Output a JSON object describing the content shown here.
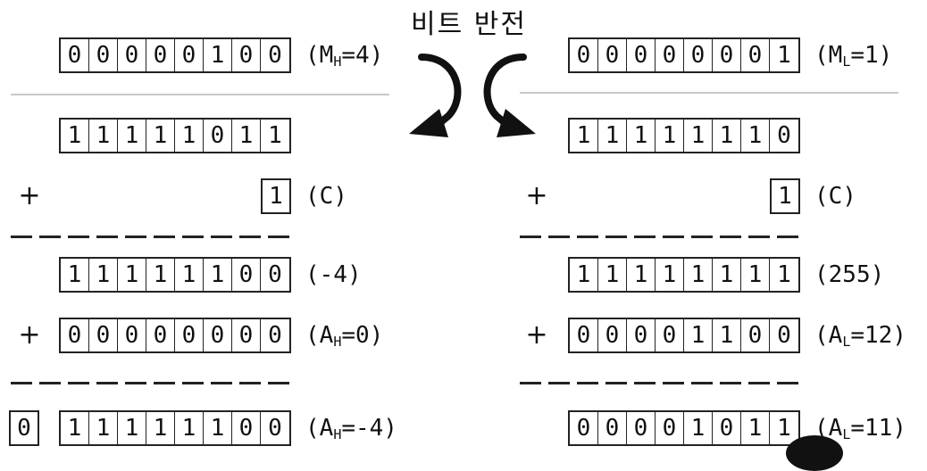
{
  "title": "비트 반전",
  "left": {
    "m": {
      "bits": [
        "0",
        "0",
        "0",
        "0",
        "0",
        "1",
        "0",
        "0"
      ],
      "label_pre": "(M",
      "label_sub": "H",
      "label_post": "=4)"
    },
    "inverted": {
      "bits": [
        "1",
        "1",
        "1",
        "1",
        "1",
        "0",
        "1",
        "1"
      ]
    },
    "plus1": "+",
    "carry": {
      "bit": "1",
      "label": "(C)"
    },
    "neg": {
      "bits": [
        "1",
        "1",
        "1",
        "1",
        "1",
        "1",
        "0",
        "0"
      ],
      "label": "(-4)"
    },
    "plus2": "+",
    "a": {
      "bits": [
        "0",
        "0",
        "0",
        "0",
        "0",
        "0",
        "0",
        "0"
      ],
      "label_pre": "(A",
      "label_sub": "H",
      "label_post": "=0)"
    },
    "result": {
      "carry_bit": "0",
      "bits": [
        "1",
        "1",
        "1",
        "1",
        "1",
        "1",
        "0",
        "0"
      ],
      "label_pre": "(A",
      "label_sub": "H",
      "label_post": "=-4)"
    }
  },
  "right": {
    "m": {
      "bits": [
        "0",
        "0",
        "0",
        "0",
        "0",
        "0",
        "0",
        "1"
      ],
      "label_pre": "(M",
      "label_sub": "L",
      "label_post": "=1)"
    },
    "inverted": {
      "bits": [
        "1",
        "1",
        "1",
        "1",
        "1",
        "1",
        "1",
        "0"
      ]
    },
    "plus1": "+",
    "carry": {
      "bit": "1",
      "label": "(C)"
    },
    "neg": {
      "bits": [
        "1",
        "1",
        "1",
        "1",
        "1",
        "1",
        "1",
        "1"
      ],
      "label": "(255)"
    },
    "plus2": "+",
    "a": {
      "bits": [
        "0",
        "0",
        "0",
        "0",
        "1",
        "1",
        "0",
        "0"
      ],
      "label_pre": "(A",
      "label_sub": "L",
      "label_post": "=12)"
    },
    "result": {
      "bits": [
        "0",
        "0",
        "0",
        "0",
        "1",
        "0",
        "1",
        "1"
      ],
      "label_pre": "(A",
      "label_sub": "L",
      "label_post": "=11)"
    }
  }
}
